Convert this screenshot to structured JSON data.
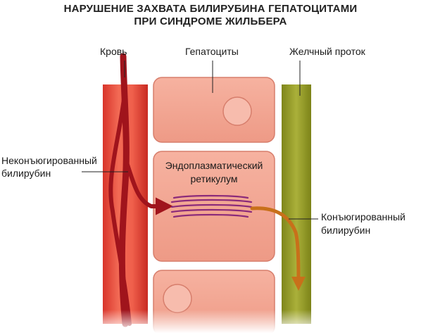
{
  "title": {
    "line1": "НАРУШЕНИЕ ЗАХВАТА БИЛИРУБИНА ГЕПАТОЦИТАМИ",
    "line2": "ПРИ СИНДРОМЕ ЖИЛЬБЕРА"
  },
  "labels": {
    "blood": "Кровь",
    "hepatocytes": "Гепатоциты",
    "bile_duct": "Желчный проток",
    "unconjugated_line1": "Неконъюгированный",
    "unconjugated_line2": "билирубин",
    "er_line1": "Эндоплазматический",
    "er_line2": "ретикулум",
    "conjugated_line1": "Конъюгированный",
    "conjugated_line2": "билирубин"
  },
  "colors": {
    "blood_vessel": "#e8503f",
    "blood_flow": "#a0141c",
    "hepatocyte": "#f0a090",
    "nucleus": "#f5b5a5",
    "bile_duct": "#9aa02a",
    "er_membrane": "#8b2a7a",
    "conjugated_arrow": "#c8701a"
  }
}
